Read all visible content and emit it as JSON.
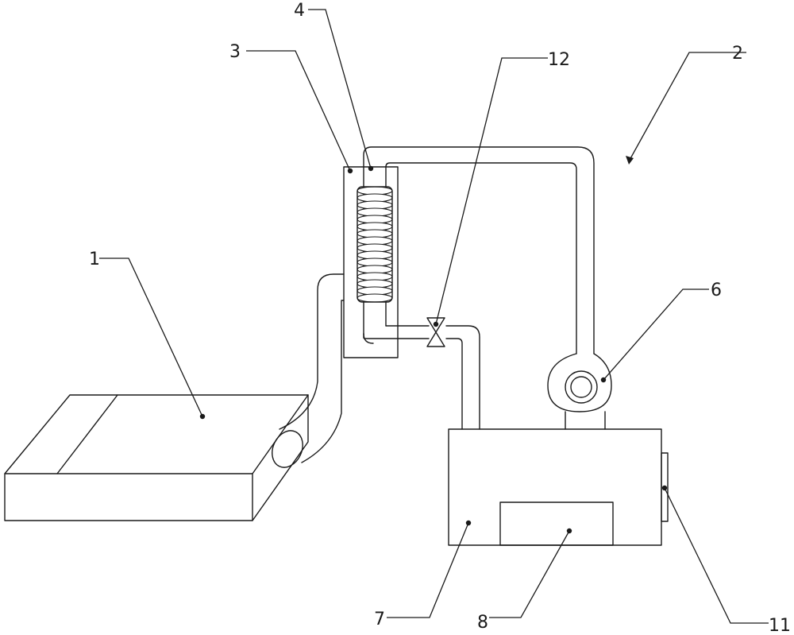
{
  "labels": {
    "l1": "1",
    "l2": "2",
    "l3": "3",
    "l4": "4",
    "l6": "6",
    "l7": "7",
    "l8": "8",
    "l11": "11",
    "l12": "12"
  },
  "colors": {
    "line": "#1a1a1a",
    "background": "#ffffff"
  }
}
